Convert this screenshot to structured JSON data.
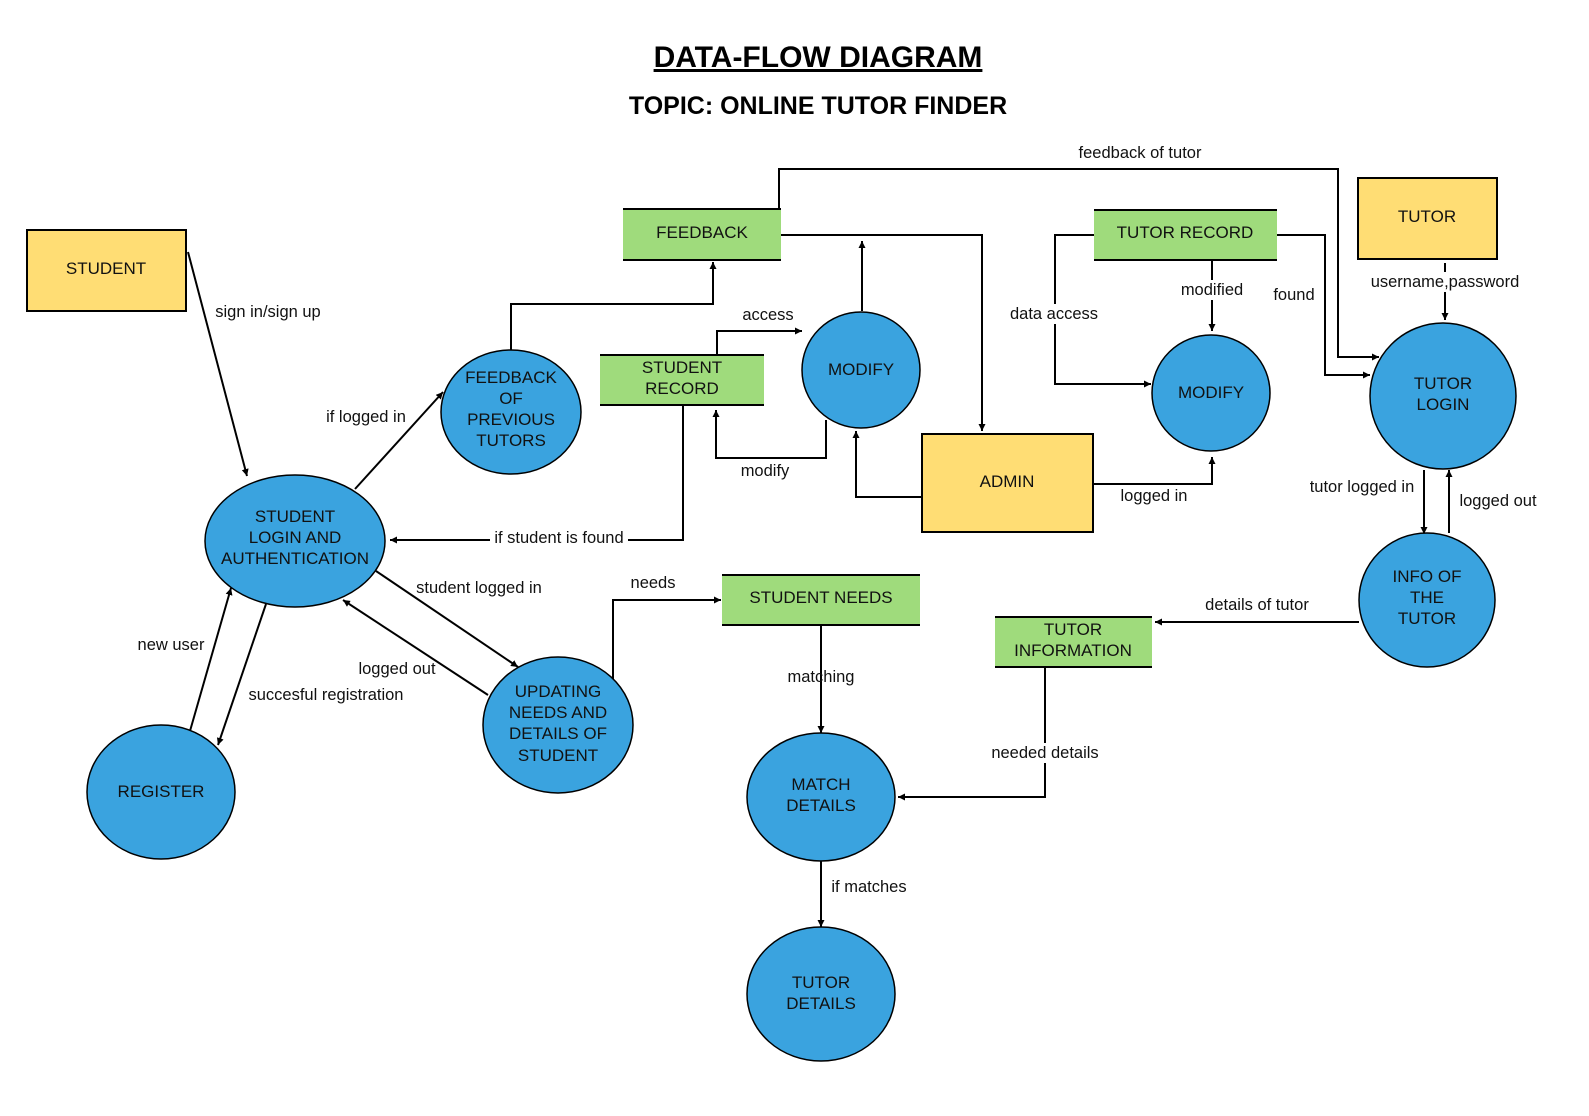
{
  "title": "DATA-FLOW DIAGRAM",
  "subtitle": "TOPIC: ONLINE TUTOR FINDER",
  "colors": {
    "entity_fill": "#ffdd74",
    "store_fill": "#9fdb7c",
    "process_fill": "#3aa3df",
    "line": "#000000"
  },
  "entities": {
    "student": "STUDENT",
    "tutor": "TUTOR",
    "admin": "ADMIN"
  },
  "stores": {
    "feedback": "FEEDBACK",
    "student_record": [
      "STUDENT",
      "RECORD"
    ],
    "tutor_record": "TUTOR RECORD",
    "student_needs": "STUDENT NEEDS",
    "tutor_information": [
      "TUTOR",
      "INFORMATION"
    ]
  },
  "processes": {
    "student_login": [
      "STUDENT",
      "LOGIN AND",
      "AUTHENTICATION"
    ],
    "register": [
      "REGISTER"
    ],
    "feedback_previous": [
      "FEEDBACK",
      "OF",
      "PREVIOUS",
      "TUTORS"
    ],
    "modify_student": [
      "MODIFY"
    ],
    "modify_tutor": [
      "MODIFY"
    ],
    "updating_needs": [
      "UPDATING",
      "NEEDS AND",
      "DETAILS OF",
      "STUDENT"
    ],
    "match_details": [
      "MATCH",
      "DETAILS"
    ],
    "tutor_details": [
      "TUTOR",
      "DETAILS"
    ],
    "tutor_login": [
      "TUTOR",
      "LOGIN"
    ],
    "info_tutor": [
      "INFO OF",
      "THE",
      "TUTOR"
    ]
  },
  "labels": {
    "sign_in": "sign in/sign up",
    "if_logged_in": "if logged in",
    "access": "access",
    "modify": "modify",
    "if_student_found": "if student is found",
    "student_logged_in": "student logged in",
    "logged_out_student": "logged out",
    "new_user": "new user",
    "succesful_registration": "succesful registration",
    "needs": "needs",
    "matching": "matching",
    "if_matches": "if matches",
    "feedback_of_tutor": "feedback of tutor",
    "data_access": "data access",
    "modified": "modified",
    "found": "found",
    "logged_in_admin": "logged in",
    "username_password": "username,password",
    "tutor_logged_in": "tutor logged in",
    "logged_out_tutor": "logged out",
    "details_of_tutor": "details of tutor",
    "needed_details": "needed details"
  }
}
